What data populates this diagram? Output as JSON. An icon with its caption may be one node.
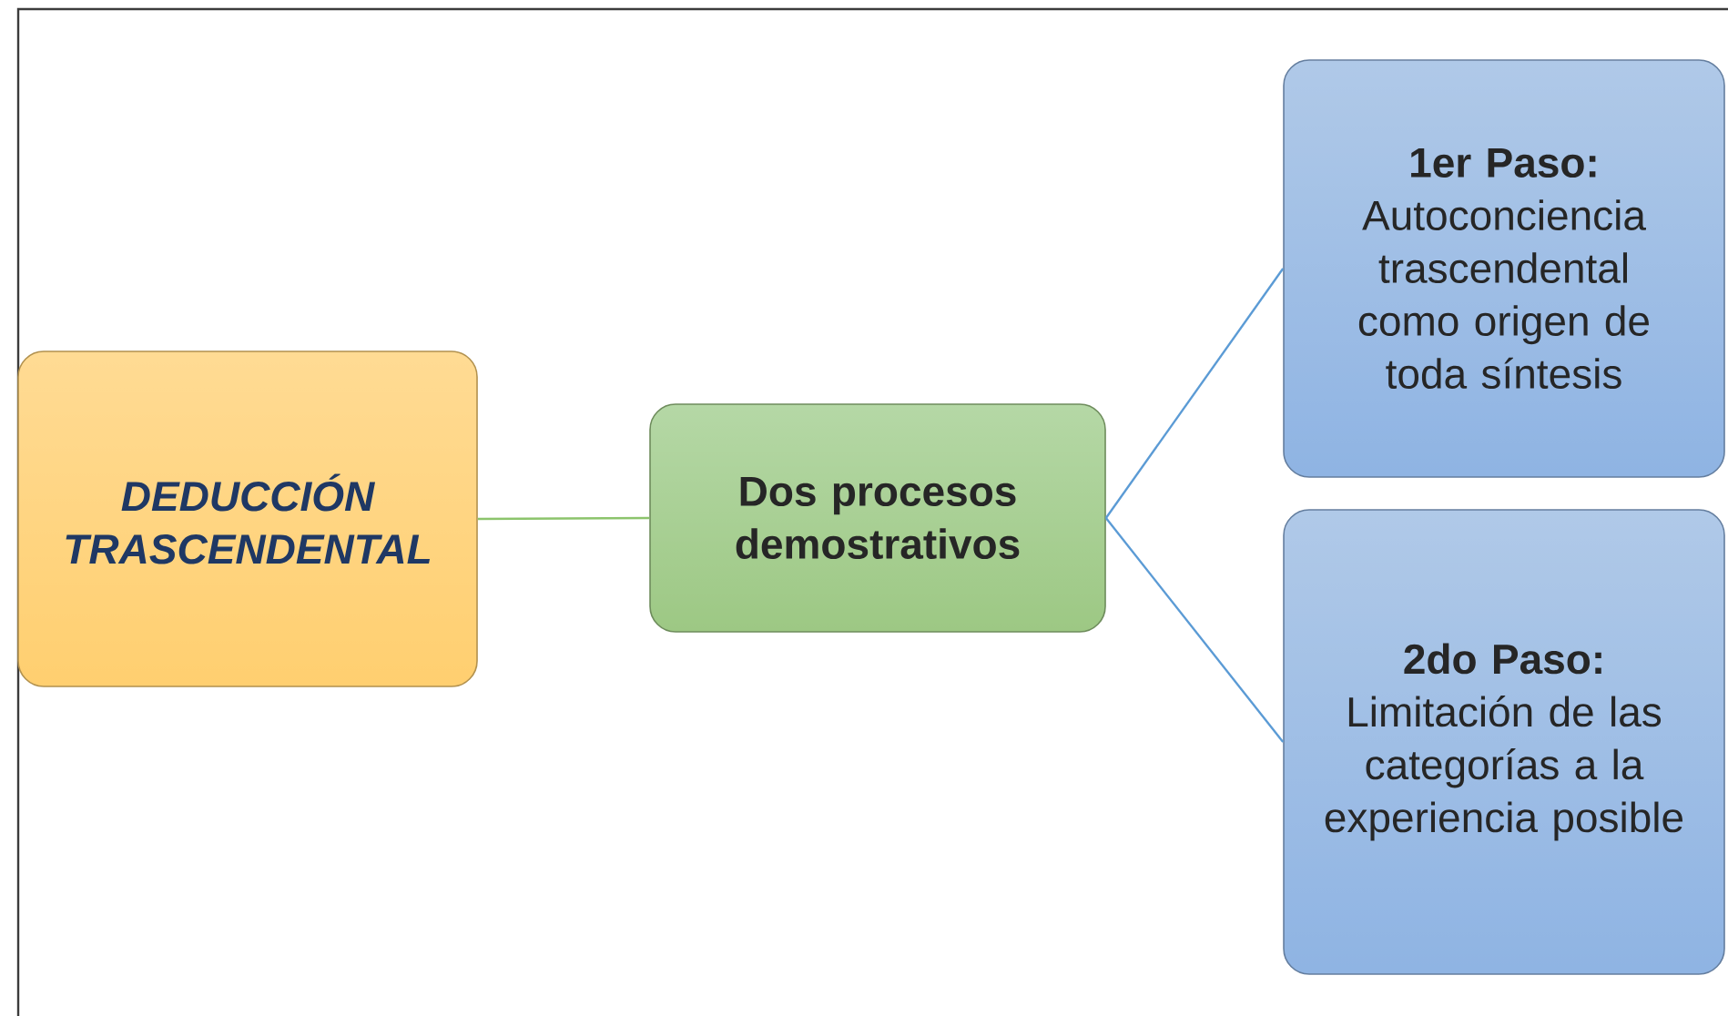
{
  "diagram": {
    "nodes": [
      {
        "text": [
          "DEDUCCIÓN TRASCENDENTAL"
        ]
      },
      {
        "text": [
          "Dos procesos demostrativos"
        ]
      },
      {
        "text": [
          "1er Paso:",
          "Autoconciencia trascendental como origen de toda síntesis"
        ]
      },
      {
        "text": [
          "2do Paso:",
          "Limitación de las categorías a la experiencia posible"
        ]
      }
    ],
    "edges": [
      {
        "from": 0,
        "to": 1,
        "arrow": "none",
        "color": "#8cc46c"
      },
      {
        "from": 1,
        "to": 2,
        "arrow": "none"
      },
      {
        "from": 1,
        "to": 3,
        "arrow": "none"
      }
    ]
  }
}
